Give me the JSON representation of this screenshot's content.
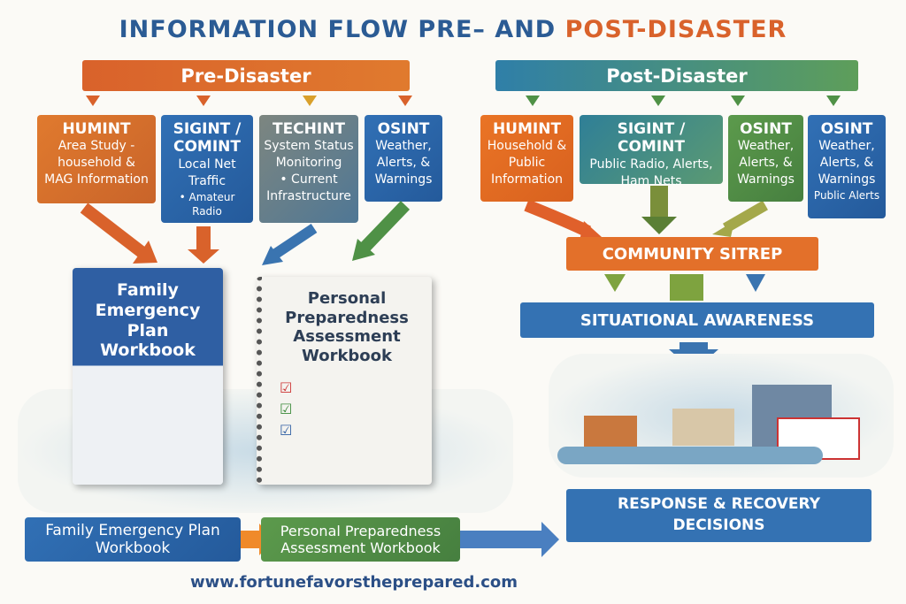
{
  "title": {
    "part1": "INFORMATION FLOW PRE– AND ",
    "part2": "POST-DISASTER"
  },
  "pre": {
    "label": "Pre-Disaster",
    "boxes": [
      {
        "heading": "HUMINT",
        "lines": [
          "Area Study -",
          "household &",
          "MAG Information"
        ]
      },
      {
        "heading": "SIGINT / COMINT",
        "lines": [
          "Local Net",
          "Traffic",
          "• Amateur Radio"
        ]
      },
      {
        "heading": "TECHINT",
        "lines": [
          "System Status",
          "Monitoring",
          "• Current",
          "Infrastructure"
        ]
      },
      {
        "heading": "OSINT",
        "lines": [
          "Weather,",
          "Alerts, &",
          "Warnings"
        ]
      }
    ]
  },
  "post": {
    "label": "Post-Disaster",
    "boxes": [
      {
        "heading": "HUMINT",
        "lines": [
          "Household &",
          "Public",
          "Information"
        ]
      },
      {
        "heading": "SIGINT / COMINT",
        "lines": [
          "Public Radio, Alerts,",
          "Ham Nets"
        ]
      },
      {
        "heading": "OSINT",
        "lines": [
          "Weather,",
          "Alerts, &",
          "Warnings"
        ]
      },
      {
        "heading": "OSINT",
        "lines": [
          "Weather,",
          "Alerts, &",
          "Warnings",
          "Public Alerts"
        ]
      }
    ]
  },
  "sitrep": "COMMUNITY SITREP",
  "awareness": "SITUATIONAL AWARENESS",
  "decisions": "RESPONSE & RECOVERY DECISIONS",
  "books": {
    "family_cover": "Family Emergency Plan Workbook",
    "personal_cover": "Personal Preparedness Assessment Workbook"
  },
  "bottom": {
    "family": "Family Emergency Plan Workbook",
    "personal": "Personal Preparedness Assessment Workbook"
  },
  "url": "www.fortunefavorstheprepared.com"
}
